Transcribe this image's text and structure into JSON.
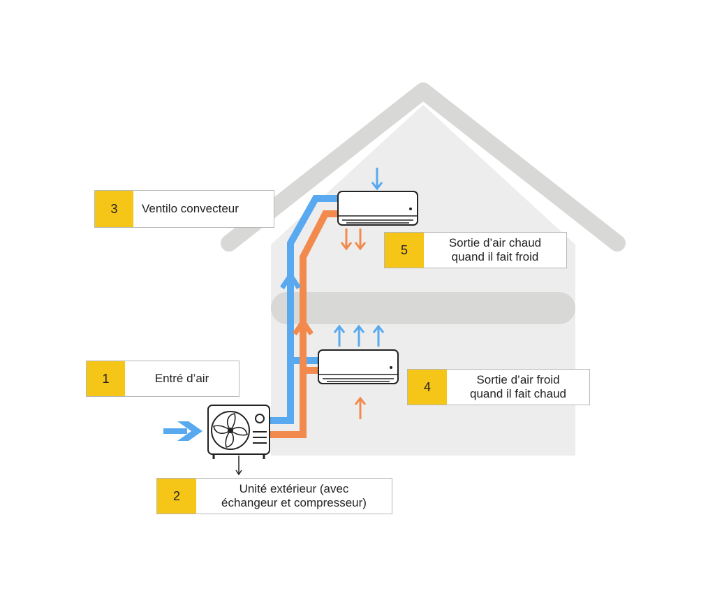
{
  "colors": {
    "cold": "#58a9ef",
    "hot": "#f28a4e",
    "house": "#ededed",
    "roof": "#d8d8d6",
    "label_number_bg": "#f5c518"
  },
  "callouts": [
    {
      "number": "1",
      "text": "Entré d’air"
    },
    {
      "number": "2",
      "text": "Unité extérieur (avec\néchangeur et compresseur)"
    },
    {
      "number": "3",
      "text": "Ventilo convecteur"
    },
    {
      "number": "4",
      "text": "Sortie d’air froid\nquand il fait chaud"
    },
    {
      "number": "5",
      "text": "Sortie d’air chaud\nquand il fait froid"
    }
  ],
  "icons": {
    "outdoor_unit": "fan-icon",
    "indoor_units": "air-conditioner-icon"
  }
}
